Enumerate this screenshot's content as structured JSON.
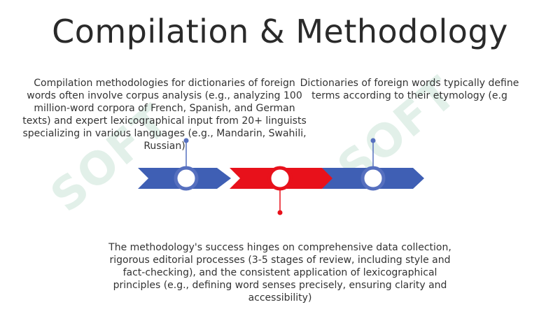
{
  "title": "Compilation & Methodology",
  "blocks": {
    "left": "Compilation methodologies for dictionaries of foreign words often involve corpus analysis (e.g., analyzing 100 million-word corpora of French, Spanish, and German texts) and expert lexicographical input from 20+ linguists specializing in various languages (e.g., Mandarin, Swahili, Russian)",
    "right": "Dictionaries of foreign words typically define terms according to their etymology (e.g",
    "bottom": "The methodology's success hinges on comprehensive data collection, rigorous editorial processes (3-5 stages of review, including style and fact-checking), and the consistent application of lexicographical principles (e.g., defining word senses precisely, ensuring clarity and accessibility)"
  },
  "watermark": "SOFT",
  "colors": {
    "blue": "#3f5fb4",
    "red": "#e8111b",
    "node_blue": "#5670bf",
    "watermark": "#d9ebe2"
  }
}
